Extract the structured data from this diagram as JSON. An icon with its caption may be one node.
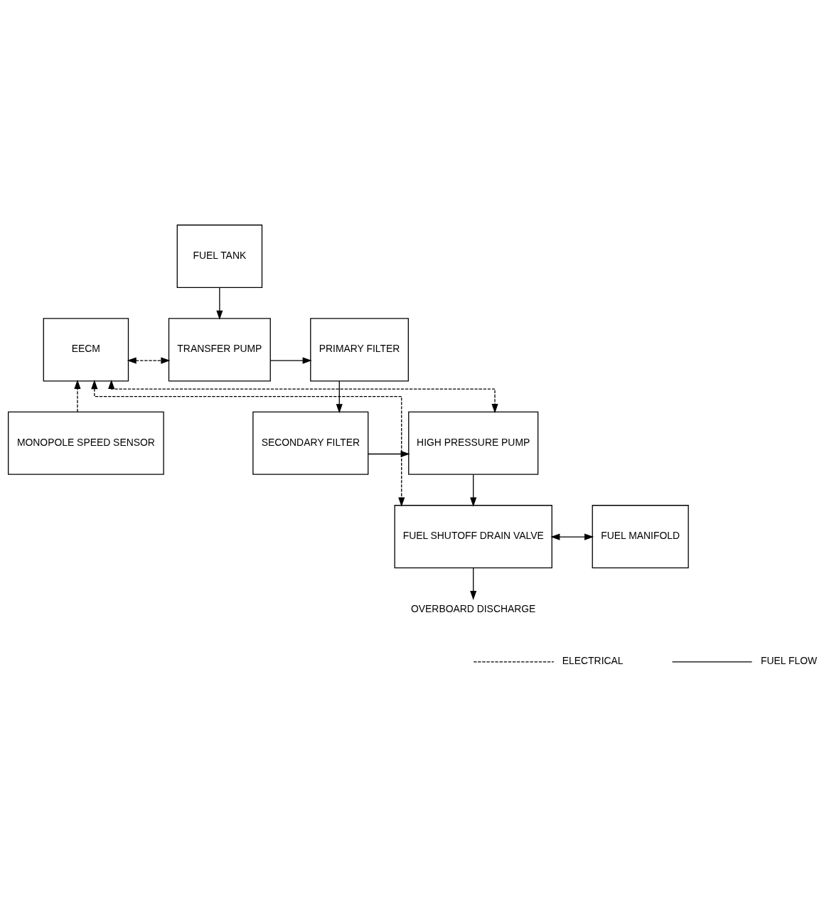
{
  "diagram": {
    "nodes": [
      {
        "text": [
          "FUEL TANK"
        ]
      },
      {
        "text": [
          "EECM"
        ]
      },
      {
        "text": [
          "TRANSFER PUMP"
        ]
      },
      {
        "text": [
          "PRIMARY FILTER"
        ]
      },
      {
        "text": [
          "MONOPOLE SPEED SENSOR"
        ]
      },
      {
        "text": [
          "HIGH PRESSURE PUMP"
        ]
      },
      {
        "text": [
          "SECONDARY FILTER"
        ]
      },
      {
        "text": [
          "FUEL SHUTOFF DRAIN VALVE"
        ]
      },
      {
        "text": [
          "FUEL MANIFOLD"
        ]
      },
      {
        "text": [
          "OVERBOARD DISCHARGE"
        ]
      }
    ],
    "edges": [
      {
        "from": 0,
        "to": 2,
        "arrow": "to"
      },
      {
        "from": 1,
        "to": 2,
        "arrow": "both",
        "style": "dashed"
      },
      {
        "from": 1,
        "to": 5,
        "arrow": "both",
        "style": "dashed"
      },
      {
        "from": 1,
        "to": 7,
        "arrow": "both",
        "style": "dashed"
      },
      {
        "from": 4,
        "to": 1,
        "arrow": "to",
        "style": "dashed"
      },
      {
        "from": 2,
        "to": 3,
        "arrow": "to"
      },
      {
        "from": 3,
        "to": 6,
        "arrow": "to"
      },
      {
        "from": 6,
        "to": 5,
        "arrow": "to"
      },
      {
        "from": 5,
        "to": 7,
        "arrow": "to"
      },
      {
        "from": 7,
        "to": 8,
        "arrow": "both"
      },
      {
        "from": 7,
        "to": 9,
        "arrow": "to"
      }
    ],
    "legend": [
      {
        "text": "ELECTRICAL"
      },
      {
        "text": "FUEL FLOW"
      }
    ]
  }
}
